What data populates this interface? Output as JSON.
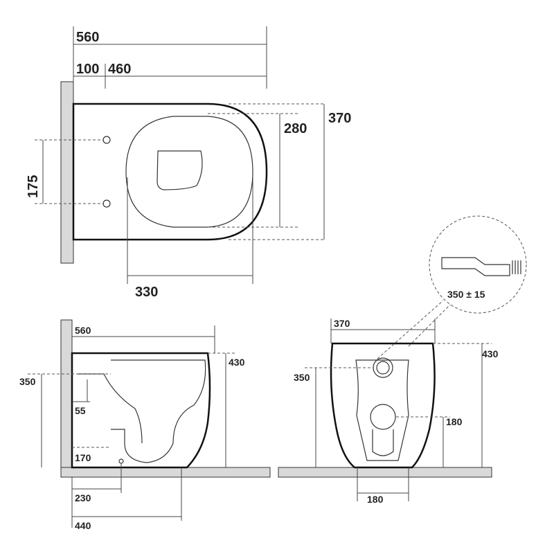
{
  "top_view": {
    "dims": {
      "d560": "560",
      "d100": "100",
      "d460": "460",
      "d370": "370",
      "d280": "280",
      "d175": "175",
      "d330": "330"
    }
  },
  "side_view": {
    "dims": {
      "d560": "560",
      "d430": "430",
      "d350": "350",
      "d55": "55",
      "d170": "170",
      "d230": "230",
      "d440": "440"
    }
  },
  "front_view": {
    "dims": {
      "d370": "370",
      "d430": "430",
      "d350": "350",
      "d180a": "180",
      "d180b": "180"
    }
  },
  "detail": {
    "label": "350 ± 15"
  }
}
